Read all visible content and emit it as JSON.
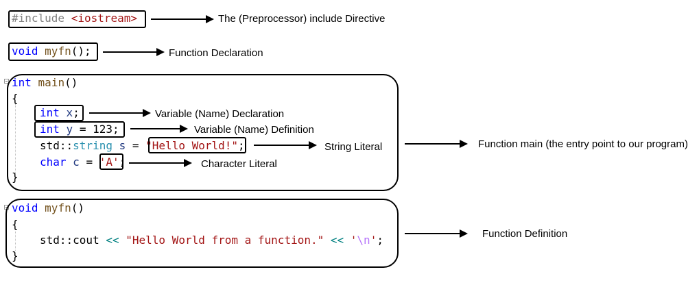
{
  "colors": {
    "keyword": "#0000ff",
    "function": "#74531f",
    "string": "#a31515",
    "preprocessor": "#808080",
    "type": "#2b91af",
    "variable": "#1f377f",
    "operator": "#008080",
    "escape": "#b776fb",
    "border": "#000000"
  },
  "include": {
    "directive": "#include",
    "header": "<iostream>",
    "label": "The (Preprocessor) include Directive"
  },
  "declaration": {
    "kw": "void",
    "name": "myfn",
    "rest": "();",
    "label": "Function Declaration"
  },
  "main": {
    "kw": "int",
    "name": "main",
    "parens": "()",
    "open_brace": "{",
    "close_brace": "}",
    "label": "Function main (the entry point to our program)",
    "lines": {
      "x": {
        "kw": "int",
        "var": "x",
        "end": ";",
        "label": "Variable (Name) Declaration"
      },
      "y": {
        "kw": "int",
        "var": "y",
        "eq": " = 123;",
        "label": "Variable (Name) Definition"
      },
      "s": {
        "ns": "std::",
        "type": "string",
        "var": "s",
        "eq": " = ",
        "literal": "\"Hello World!\"",
        "end": ";",
        "label": "String Literal"
      },
      "c": {
        "kw": "char",
        "var": "c",
        "eq": " = ",
        "literal": "'A'",
        "end": ";",
        "label": "Character Literal"
      }
    }
  },
  "definition": {
    "kw": "void",
    "name": "myfn",
    "parens": "()",
    "open_brace": "{",
    "close_brace": "}",
    "ns": "std::cout",
    "op1": "<<",
    "str": "\"Hello World from a function.\"",
    "op2": "<<",
    "char_open": "'",
    "escape": "\\n",
    "char_close": "'",
    "end": ";",
    "label": "Function Definition"
  }
}
